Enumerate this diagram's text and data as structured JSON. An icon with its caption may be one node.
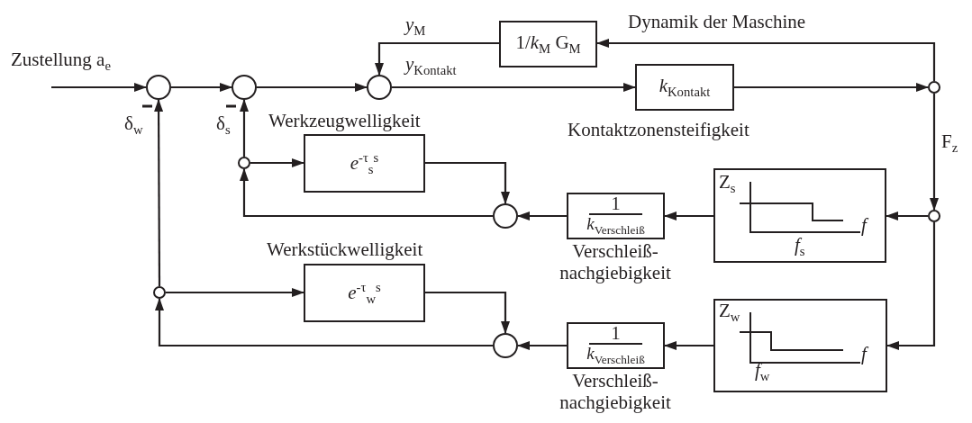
{
  "diagram": {
    "nodes": [
      {
        "text": [],
        "shape": "circle"
      },
      {
        "text": [],
        "shape": "circle"
      },
      {
        "text": [],
        "shape": "circle"
      },
      {
        "text": [
          "1/*k*$_{M}$ G$_{M}$"
        ],
        "beside": [
          "Dynamik der Maschine"
        ]
      },
      {
        "text": [
          "*k*$_{Kontakt}$"
        ],
        "beside": [
          "Kontaktzonensteifigkeit"
        ]
      },
      {
        "text": [],
        "shape": "circle"
      },
      {
        "text": [],
        "shape": "circle"
      },
      {
        "text": [
          "Z$_{s}$",
          "*f*$_{s}$",
          "*f*"
        ]
      },
      {
        "text": [
          "1",
          "*k*$_{Verschleiß}$"
        ],
        "beside": [
          "Verschleiß- nachgiebigkeit"
        ]
      },
      {
        "text": [],
        "shape": "circle"
      },
      {
        "text": [
          "*e*$^{-τ}$$_{s}$$^{s}$"
        ],
        "beside": [
          "Werkzeugwelligkeit"
        ]
      },
      {
        "text": [],
        "shape": "circle"
      },
      {
        "text": [],
        "shape": "circle"
      },
      {
        "text": [
          "*e*$^{-τ}$$_{w}$$^{s}$"
        ],
        "beside": [
          "Werkstückwelligkeit"
        ]
      },
      {
        "text": [
          "Z$_{w}$",
          "*f*$_{w}$",
          "*f*"
        ]
      },
      {
        "text": [
          "1",
          "*k*$_{Verschleiß}$"
        ],
        "beside": [
          "Verschleiß- nachgiebigkeit"
        ]
      },
      {
        "text": [],
        "shape": "circle"
      }
    ],
    "edges": [
      {
        "from": null,
        "to": 0,
        "arrow": "to",
        "label": "Zustellung a$_{e}$"
      },
      {
        "from": 0,
        "to": 1,
        "arrow": "to"
      },
      {
        "from": 1,
        "to": 2,
        "arrow": "to"
      },
      {
        "from": 2,
        "to": 4,
        "arrow": "to",
        "label": "*y*$_{Kontakt}$"
      },
      {
        "from": 4,
        "to": 5,
        "arrow": "to"
      },
      {
        "from": 5,
        "to": 3,
        "arrow": "to"
      },
      {
        "from": 3,
        "to": 2,
        "arrow": "to",
        "label": "*y*$_{M}$"
      },
      {
        "from": 5,
        "to": 6,
        "arrow": "to",
        "label": "F$_{z}$"
      },
      {
        "from": 6,
        "to": 7,
        "arrow": "to"
      },
      {
        "from": 7,
        "to": 8,
        "arrow": "to"
      },
      {
        "from": 8,
        "to": 9,
        "arrow": "to"
      },
      {
        "from": 10,
        "to": 9,
        "arrow": "to"
      },
      {
        "from": 9,
        "to": 11,
        "arrow": "to"
      },
      {
        "from": 11,
        "to": 10,
        "arrow": "to"
      },
      {
        "from": 11,
        "to": 1,
        "arrow": "to",
        "label": "δ$_{s}$"
      },
      {
        "from": 6,
        "to": 14,
        "arrow": "to"
      },
      {
        "from": 14,
        "to": 15,
        "arrow": "to"
      },
      {
        "from": 15,
        "to": 16,
        "arrow": "to"
      },
      {
        "from": 13,
        "to": 16,
        "arrow": "to"
      },
      {
        "from": 16,
        "to": 12,
        "arrow": "to"
      },
      {
        "from": 12,
        "to": 13,
        "arrow": "to"
      },
      {
        "from": 12,
        "to": 0,
        "arrow": "to",
        "label": "δ$_{w}$"
      }
    ]
  }
}
